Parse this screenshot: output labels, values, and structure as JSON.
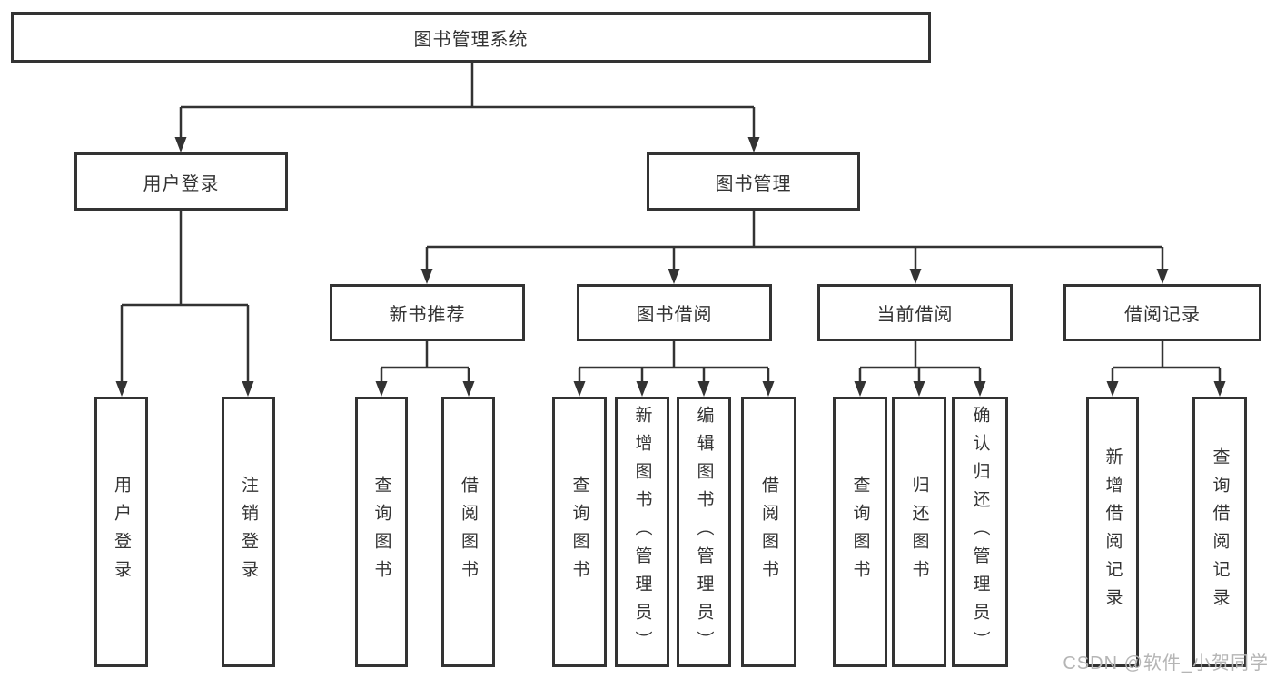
{
  "diagram": {
    "type": "hierarchy",
    "title": "图书管理系统",
    "branches": [
      {
        "label": "用户登录",
        "children": [
          {
            "label": "用户登录"
          },
          {
            "label": "注销登录"
          }
        ]
      },
      {
        "label": "图书管理",
        "children": [
          {
            "label": "新书推荐",
            "children": [
              {
                "label": "查询图书"
              },
              {
                "label": "借阅图书"
              }
            ]
          },
          {
            "label": "图书借阅",
            "children": [
              {
                "label": "查询图书"
              },
              {
                "label": "新增图书（管理员）"
              },
              {
                "label": "编辑图书（管理员）"
              },
              {
                "label": "借阅图书"
              }
            ]
          },
          {
            "label": "当前借阅",
            "children": [
              {
                "label": "查询图书"
              },
              {
                "label": "归还图书"
              },
              {
                "label": "确认归还（管理员）"
              }
            ]
          },
          {
            "label": "借阅记录",
            "children": [
              {
                "label": "新增借阅记录"
              },
              {
                "label": "查询借阅记录"
              }
            ]
          }
        ]
      }
    ]
  },
  "watermark": {
    "text": "CSDN @软件_小贺同学"
  },
  "colors": {
    "line": "#333333",
    "box_fill": "#ffffff",
    "text": "#333333",
    "watermark": "#b5b5b5",
    "background": "#ffffff"
  }
}
